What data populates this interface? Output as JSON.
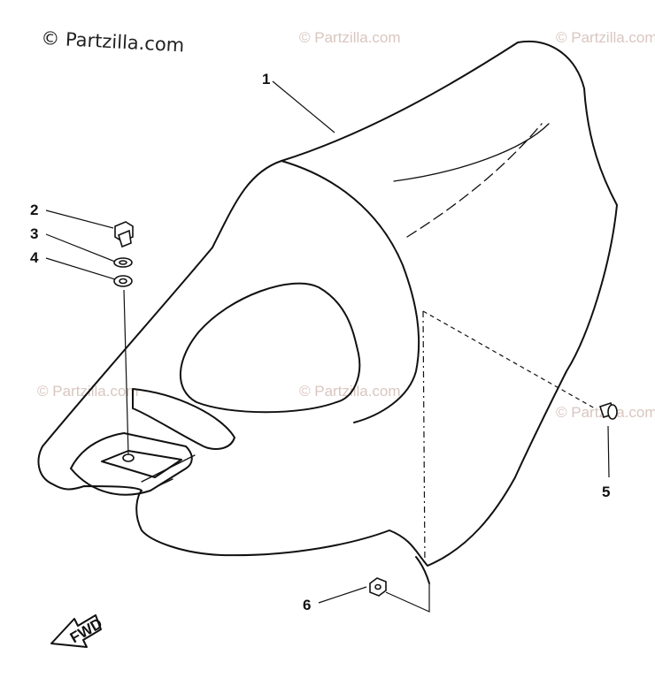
{
  "copyright": "© Partzilla.com",
  "watermarks": [
    "© Partzilla.com",
    "© Partzilla.com",
    "© Partzilla.com",
    "© Partzilla.com",
    "© Partzilla.com"
  ],
  "callouts": {
    "seat": "1",
    "bolt": "2",
    "lock_washer": "3",
    "washer": "4",
    "screw": "5",
    "nut": "6"
  },
  "direction_arrow": "FWD"
}
